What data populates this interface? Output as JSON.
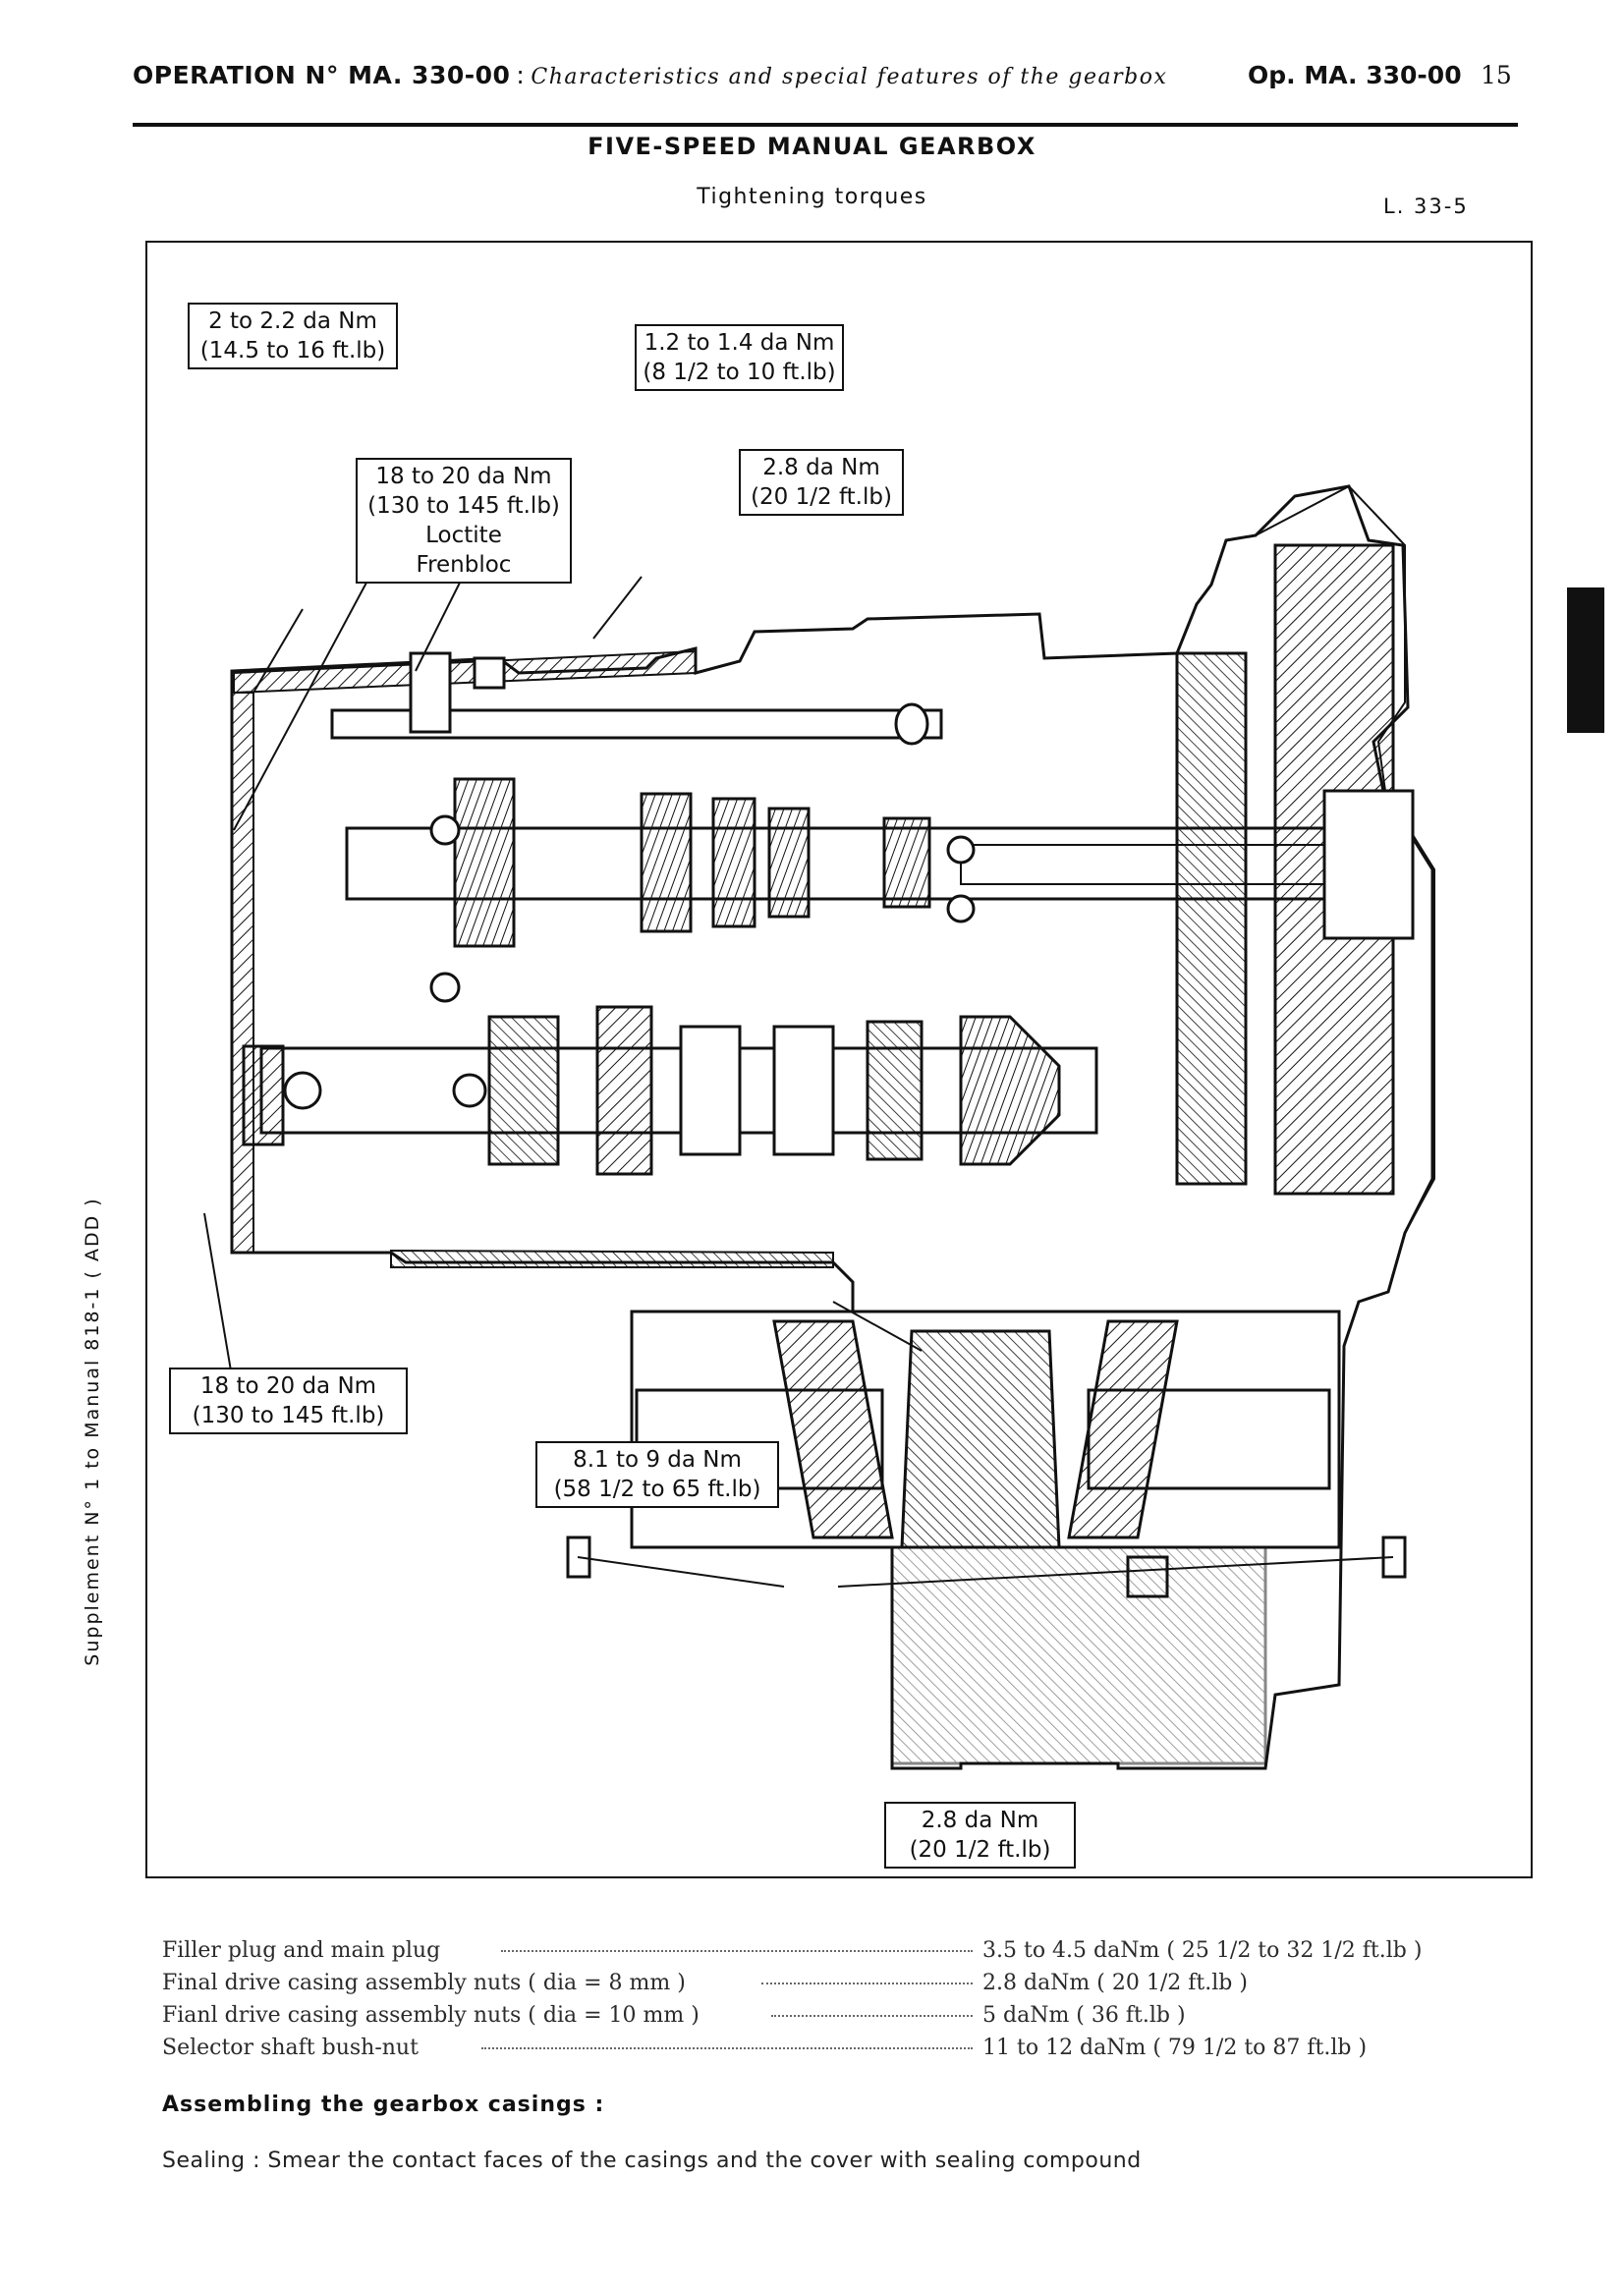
{
  "header": {
    "operation": "OPERATION N° MA. 330-00",
    "separator": ":",
    "subtitle": "Characteristics and special features of the gearbox",
    "op_ref": "Op. MA. 330-00",
    "page_number": "15"
  },
  "title": "FIVE-SPEED MANUAL GEARBOX",
  "subtitle": "Tightening torques",
  "figure_ref": "L. 33-5",
  "side_text": "Supplement N° 1 to Manual 818-1 ( ADD )",
  "callouts": [
    {
      "line1": "2 to 2.2 da Nm",
      "line2": "(14.5 to 16 ft.lb)"
    },
    {
      "line1": "1.2 to 1.4 da Nm",
      "line2": "(8 1/2 to 10 ft.lb)"
    },
    {
      "line1": "18 to 20 da Nm",
      "line2": "(130 to 145 ft.lb)",
      "line3": "Loctite",
      "line4": "Frenbloc"
    },
    {
      "line1": "2.8 da Nm",
      "line2": "(20 1/2 ft.lb)"
    },
    {
      "line1": "18 to 20 da Nm",
      "line2": "(130 to 145 ft.lb)"
    },
    {
      "line1": "8.1 to 9 da Nm",
      "line2": "(58 1/2 to 65 ft.lb)"
    },
    {
      "line1": "2.8 da Nm",
      "line2": "(20 1/2 ft.lb)"
    }
  ],
  "specs": [
    {
      "label": "Filler plug and main plug",
      "value": "3.5 to 4.5 daNm ( 25  1/2 to 32  1/2 ft.lb )"
    },
    {
      "label": "Final drive casing assembly nuts ( dia = 8 mm )",
      "value": "2.8 daNm ( 20  1/2 ft.lb )"
    },
    {
      "label": "Fianl drive casing assembly nuts ( dia = 10 mm )",
      "value": "5 daNm ( 36 ft.lb )"
    },
    {
      "label": "Selector shaft bush-nut",
      "value": "11 to 12 daNm ( 79  1/2 to 87 ft.lb )"
    }
  ],
  "section_heading": "Assembling the gearbox casings :",
  "paragraph": "Sealing : Smear the contact faces of the casings and the cover with sealing compound"
}
